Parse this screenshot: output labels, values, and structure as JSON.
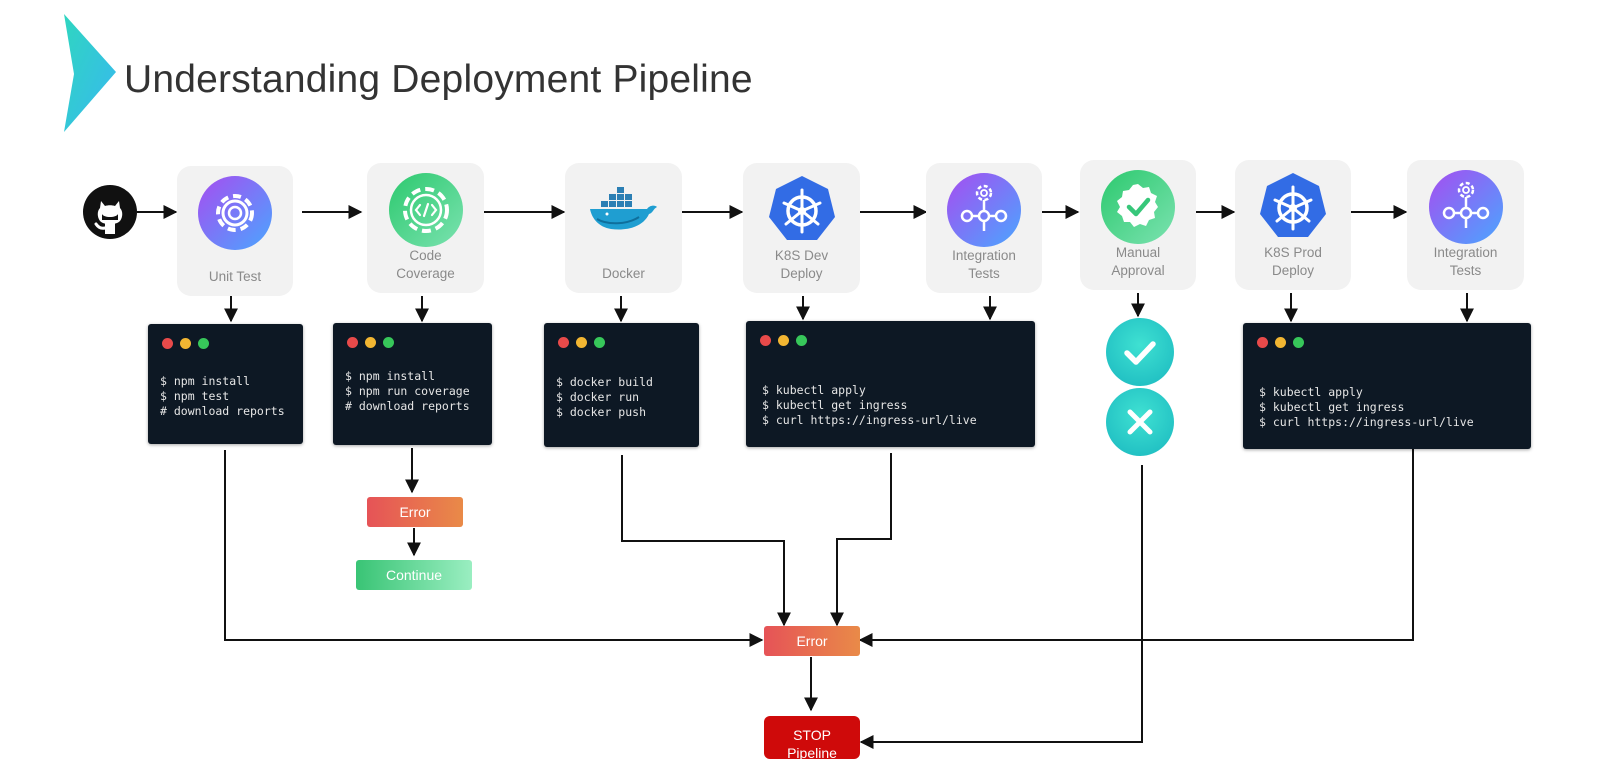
{
  "title": "Understanding Deployment Pipeline",
  "colors": {
    "arrow": "#111111",
    "stage_bg": "#f2f2f2",
    "terminal_bg": "#0d1824",
    "dot_red": "#e84a4a",
    "dot_yellow": "#f2b632",
    "dot_green": "#37c75a",
    "error_gradient_start": "#e65357",
    "error_gradient_end": "#e98a48",
    "continue_gradient_start": "#39c475",
    "continue_gradient_end": "#9aeec1",
    "stop": "#cf0a0a",
    "decision": "#19b7bf"
  },
  "source": {
    "icon": "github-icon"
  },
  "stages": [
    {
      "label": "Unit Test",
      "icon": "gear-icon"
    },
    {
      "label": "Code\nCoverage",
      "icon": "code-gear-icon"
    },
    {
      "label": "Docker",
      "icon": "docker-whale-icon"
    },
    {
      "label": "K8S Dev\nDeploy",
      "icon": "kubernetes-icon"
    },
    {
      "label": "Integration\nTests",
      "icon": "integration-gears-icon"
    },
    {
      "label": "Manual\nApproval",
      "icon": "approval-badge-icon"
    },
    {
      "label": "K8S Prod\nDeploy",
      "icon": "kubernetes-icon"
    },
    {
      "label": "Integration\nTests",
      "icon": "integration-gears-icon"
    }
  ],
  "terminals": [
    {
      "lines": [
        "$ npm install",
        "$ npm test",
        "# download reports"
      ]
    },
    {
      "lines": [
        "$ npm install",
        "$ npm run coverage",
        "# download reports"
      ]
    },
    {
      "lines": [
        "$ docker build",
        "$ docker run",
        "$ docker push"
      ]
    },
    {
      "lines": [
        "$ kubectl apply",
        "$ kubectl get ingress",
        "$ curl https://ingress-url/live"
      ]
    },
    {
      "lines": [
        "$ kubectl apply",
        "$ kubectl get ingress",
        "$ curl https://ingress-url/live"
      ]
    }
  ],
  "coverage_branch": {
    "error": "Error",
    "continue": "Continue"
  },
  "approval": {
    "approve_icon": "check-icon",
    "reject_icon": "close-icon"
  },
  "error_node": "Error",
  "stop_node": "STOP\nPipeline"
}
